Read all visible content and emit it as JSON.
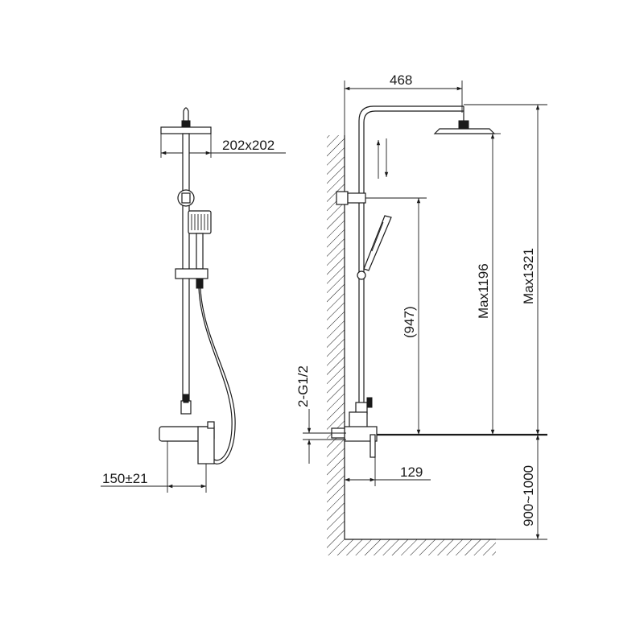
{
  "dimensions": {
    "head_size": "202x202",
    "arm_reach": "468",
    "slide_height": "(947)",
    "max_head_height": "Max1196",
    "max_total_height": "Max1321",
    "inlet_thread": "2-G1/2",
    "wall_offset": "129",
    "install_height": "900~1000",
    "inlet_spacing": "150±21"
  },
  "colors": {
    "ink": "#1a1a1a",
    "background": "#ffffff"
  },
  "icons": {
    "hatch": "wall-hatch-pattern",
    "arrows": "up-down-arrow-icon"
  }
}
